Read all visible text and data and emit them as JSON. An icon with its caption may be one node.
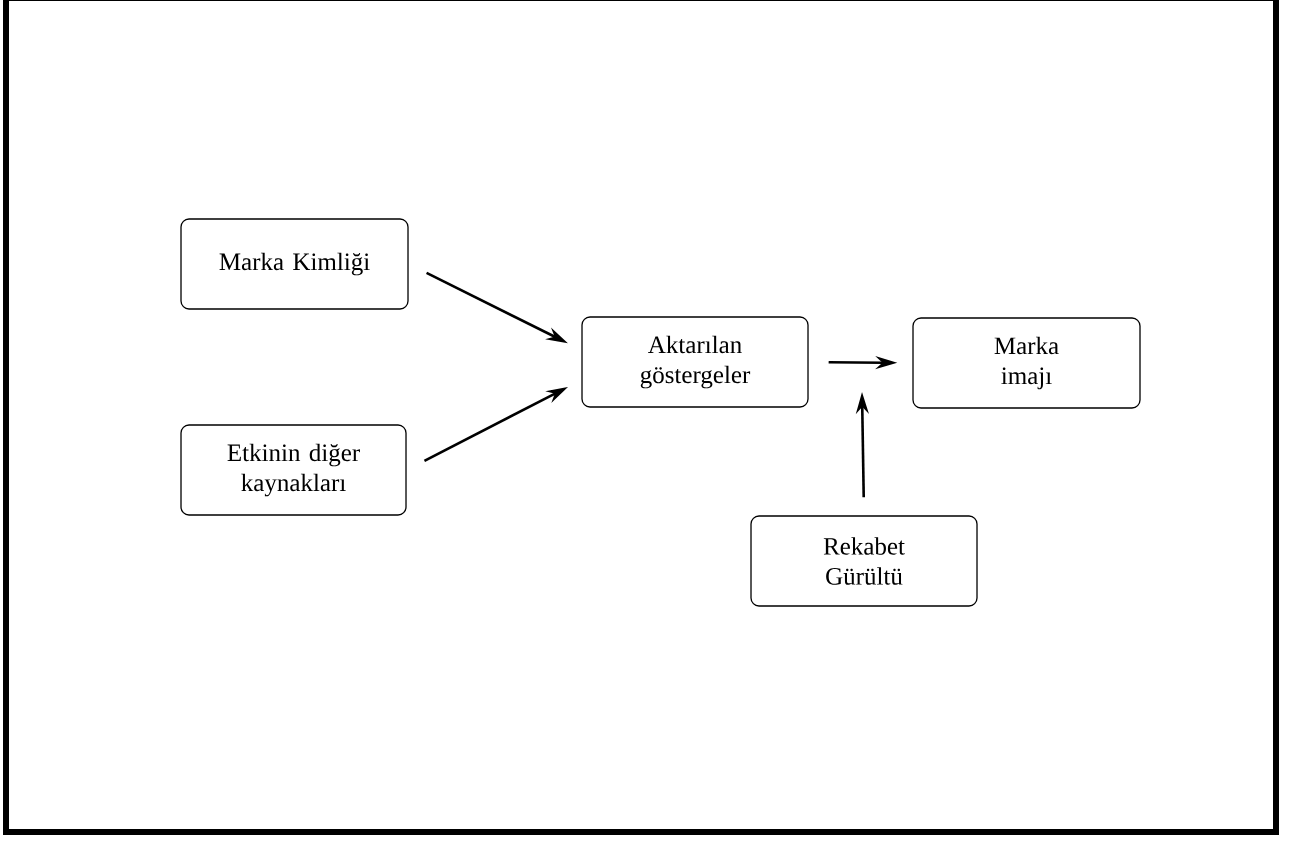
{
  "diagram": {
    "nodes": [
      {
        "text": [
          "Marka Kimliği"
        ]
      },
      {
        "text": [
          "Aktarılan göstergeler"
        ]
      },
      {
        "text": [
          "Marka imajı"
        ]
      },
      {
        "text": [
          "Etkinin diğer kaynakları"
        ]
      },
      {
        "text": [
          "Rekabet Gürültü"
        ]
      }
    ],
    "edges": [
      {
        "from": 0,
        "to": 1,
        "arrow": "to"
      },
      {
        "from": 3,
        "to": 1,
        "arrow": "to"
      },
      {
        "from": 1,
        "to": 2,
        "arrow": "to"
      },
      {
        "from": 4,
        "to": null,
        "arrow": "to"
      }
    ]
  }
}
